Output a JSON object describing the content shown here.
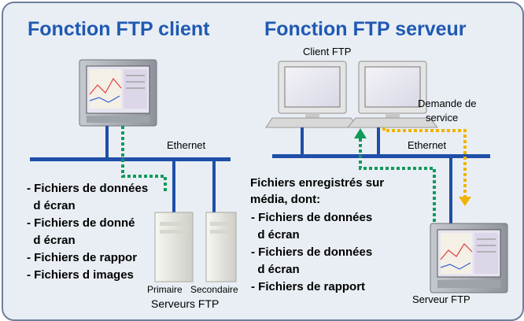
{
  "left": {
    "title": "Fonction FTP client",
    "ethernet_label": "Ethernet",
    "file_items": [
      "- Fichiers de données",
      "  d écran",
      "- Fichiers de donné",
      "  d écran",
      "- Fichiers de rappor",
      "- Fichiers d images"
    ],
    "server_primary_label": "Primaire",
    "server_secondary_label": "Secondaire",
    "servers_caption": "Serveurs FTP"
  },
  "right": {
    "title": "Fonction FTP serveur",
    "client_label": "Client FTP",
    "request_label_line1": "Demande de",
    "request_label_line2": "service",
    "ethernet_label": "Ethernet",
    "heading_line1": "Fichiers enregistrés sur",
    "heading_line2": "média, dont:",
    "file_items": [
      "- Fichiers de données",
      "  d écran",
      "- Fichiers de données",
      "  d écran",
      "- Fichiers de rapport"
    ],
    "server_label": "Serveur FTP"
  },
  "colors": {
    "title": "#1f59b3",
    "bus": "#1f4fa8",
    "request_arrow": "#f0b400",
    "response_arrow": "#129a5c",
    "frame_border": "#6e7f9a",
    "background": "#e9eef4"
  }
}
